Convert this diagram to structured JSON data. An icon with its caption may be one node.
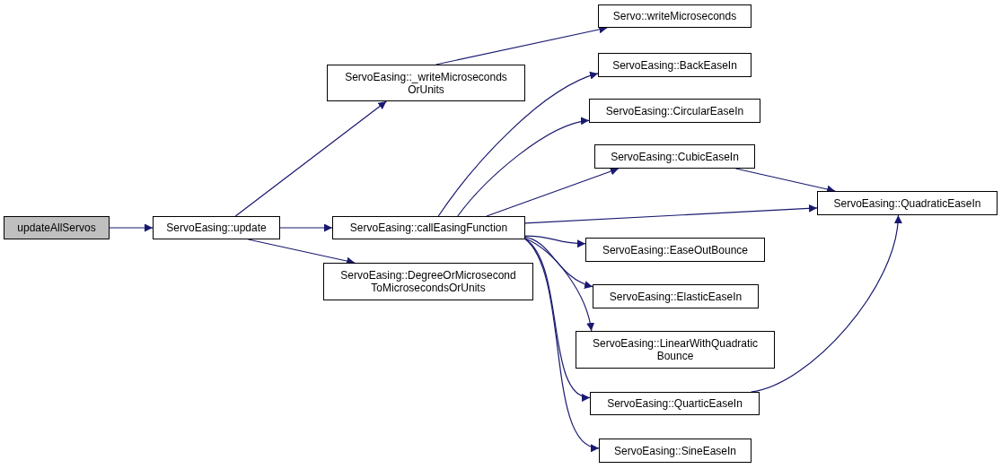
{
  "diagram": {
    "nodes": [
      {
        "text": [
          "updateAllServos"
        ]
      },
      {
        "text": [
          "ServoEasing::update"
        ]
      },
      {
        "text": [
          "ServoEasing::_writeMicroseconds OrUnits"
        ]
      },
      {
        "text": [
          "ServoEasing::callEasingFunction"
        ]
      },
      {
        "text": [
          "ServoEasing::DegreeOrMicrosecond ToMicrosecondsOrUnits"
        ]
      },
      {
        "text": [
          "Servo::writeMicroseconds"
        ]
      },
      {
        "text": [
          "ServoEasing::BackEaseIn"
        ]
      },
      {
        "text": [
          "ServoEasing::CircularEaseIn"
        ]
      },
      {
        "text": [
          "ServoEasing::CubicEaseIn"
        ]
      },
      {
        "text": [
          "ServoEasing::QuadraticEaseIn"
        ]
      },
      {
        "text": [
          "ServoEasing::EaseOutBounce"
        ]
      },
      {
        "text": [
          "ServoEasing::ElasticEaseIn"
        ]
      },
      {
        "text": [
          "ServoEasing::LinearWithQuadratic Bounce"
        ]
      },
      {
        "text": [
          "ServoEasing::QuarticEaseIn"
        ]
      },
      {
        "text": [
          "ServoEasing::SineEaseIn"
        ]
      }
    ],
    "edges": [
      {
        "from": 0,
        "to": 1,
        "arrow": "to"
      },
      {
        "from": 1,
        "to": 2,
        "arrow": "to"
      },
      {
        "from": 1,
        "to": 3,
        "arrow": "to"
      },
      {
        "from": 1,
        "to": 4,
        "arrow": "to"
      },
      {
        "from": 2,
        "to": 5,
        "arrow": "to"
      },
      {
        "from": 3,
        "to": 6,
        "arrow": "to"
      },
      {
        "from": 3,
        "to": 7,
        "arrow": "to"
      },
      {
        "from": 3,
        "to": 8,
        "arrow": "to"
      },
      {
        "from": 3,
        "to": 9,
        "arrow": "to"
      },
      {
        "from": 3,
        "to": 10,
        "arrow": "to"
      },
      {
        "from": 3,
        "to": 11,
        "arrow": "to"
      },
      {
        "from": 3,
        "to": 12,
        "arrow": "to"
      },
      {
        "from": 3,
        "to": 13,
        "arrow": "to"
      },
      {
        "from": 3,
        "to": 14,
        "arrow": "to"
      },
      {
        "from": 8,
        "to": 9,
        "arrow": "to"
      },
      {
        "from": 13,
        "to": 9,
        "arrow": "to"
      }
    ]
  }
}
